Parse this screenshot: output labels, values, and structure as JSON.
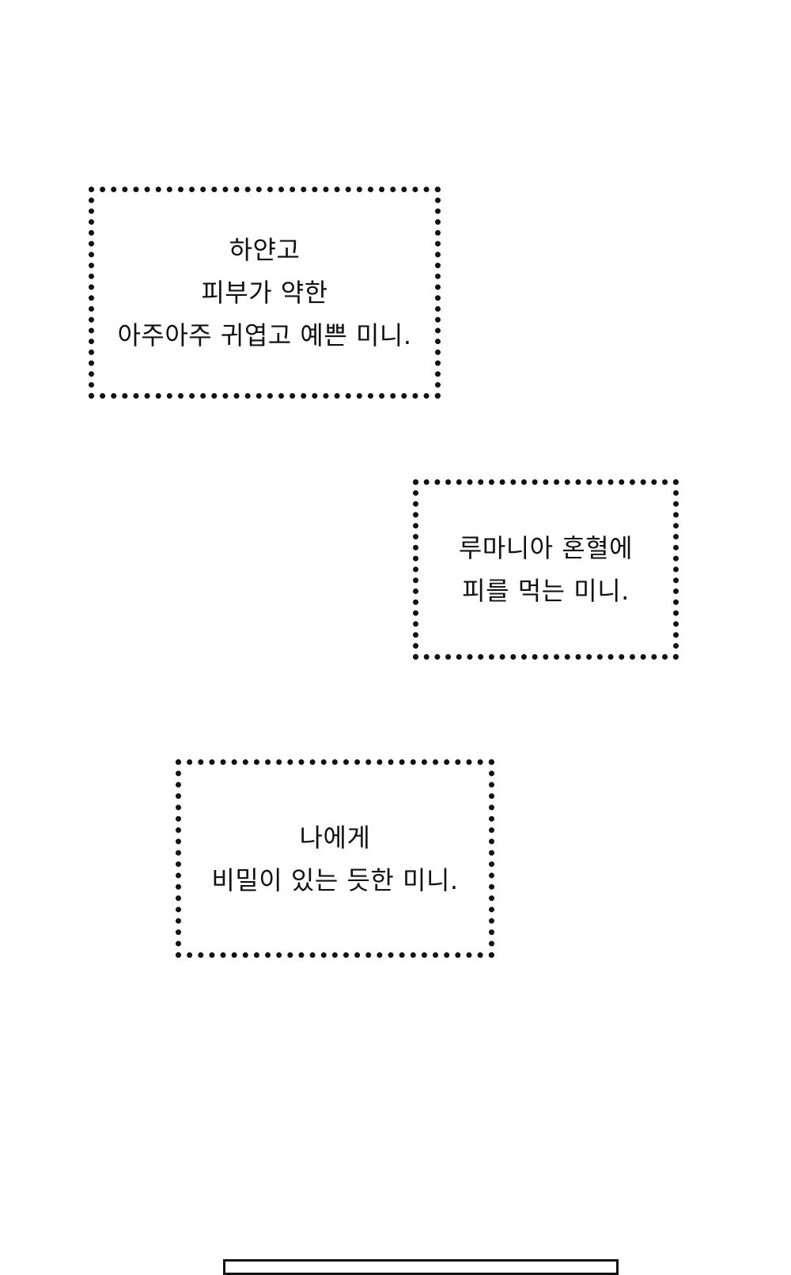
{
  "captions": [
    {
      "lines": [
        "하얀고",
        "피부가 약한",
        "아주아주 귀엽고 예쁜 미니."
      ]
    },
    {
      "lines": [
        "루마니아 혼혈에",
        "피를 먹는 미니."
      ]
    },
    {
      "lines": [
        "나에게",
        "비밀이 있는 듯한 미니."
      ]
    }
  ]
}
